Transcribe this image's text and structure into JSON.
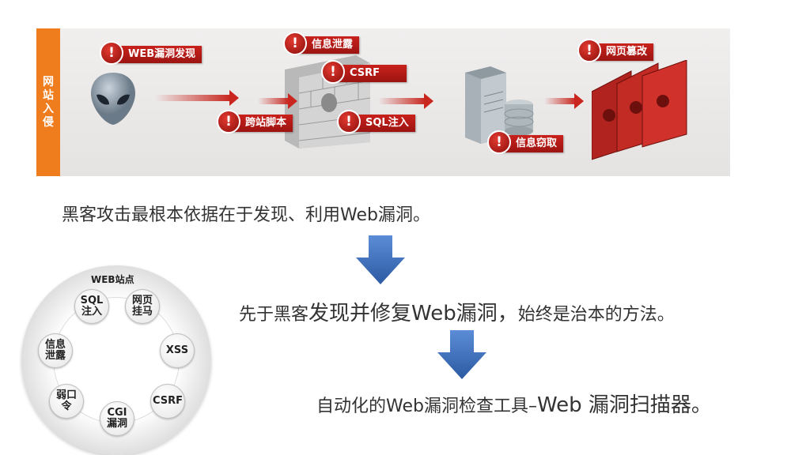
{
  "banner": {
    "side_label": "网站入侵",
    "tags": {
      "discover": "WEB漏洞发现",
      "xss": "跨站脚本",
      "leak": "信息泄露",
      "csrf": "CSRF",
      "sqli": "SQL注入",
      "steal": "信息窃取",
      "deface": "网页篡改"
    }
  },
  "lines": {
    "line1": "黑客攻击最根本依据在于发现、利用Web漏洞。",
    "line2_a": "先于黑客",
    "line2_b": "发现并修复Web漏洞，",
    "line2_c": "始终是治本的方法。",
    "line3_a": "自动化的Web漏洞检查工具–",
    "line3_b": "Web 漏洞扫描器。"
  },
  "ring": {
    "title": "WEB站点",
    "nodes": {
      "sql": "SQL注入",
      "trojan": "网页挂马",
      "xss": "XSS",
      "csrf": "CSRF",
      "cgi": "CGI漏洞",
      "weakpw": "弱口令",
      "leak": "信息泄露"
    }
  },
  "colors": {
    "orange": "#ef7d1e",
    "red": "#c9211c",
    "blue": "#3a6fc0"
  },
  "icons": [
    "alien-hacker-icon",
    "firewall-wall-icon",
    "server-database-icon",
    "defaced-webpage-icon",
    "exclamation-icon",
    "down-arrow-icon"
  ]
}
